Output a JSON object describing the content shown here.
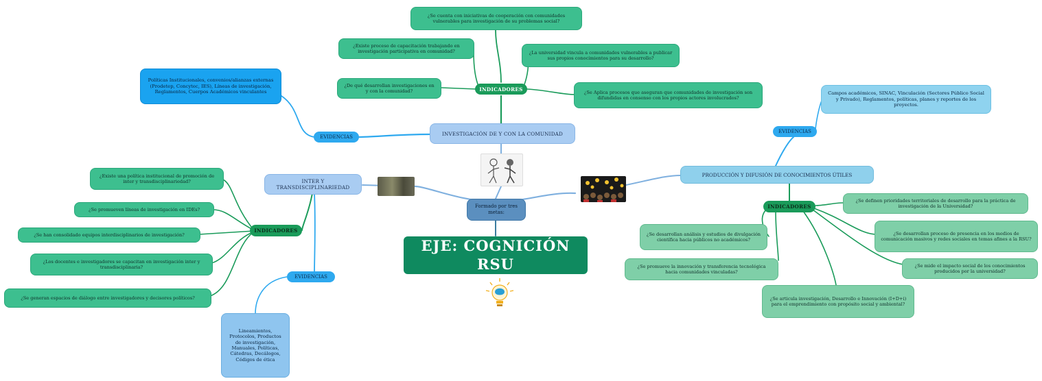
{
  "central": {
    "title": "EJE: COGNICIÓN RSU"
  },
  "hub": {
    "label": "Formado por tres metas:"
  },
  "branches": {
    "top": {
      "title": "INVESTIGACIÓN DE Y CON LA COMUNIDAD",
      "indicadores_label": "INDICADORES",
      "evidencias_label": "EVIDENCIAS",
      "evidencias_text": "Políticas Institucionales, convenios/alianzas externas (Prodetep, Concytec, IES), Líneas de investigación, Reglamentos, Cuerpos Académicos vinculantes",
      "questions": [
        "¿Se cuenta con iniciativas de cooperación con comunidades vulnerables para investigación de su problemas social?",
        "¿Existe proceso de capacitación trabajando en investigación participativa en comunidad?",
        "¿La universidad vincula a comunidades vulnerables a publicar sus propios conocimientos para su desarrollo?",
        "¿De qué desarrollan investigaciones en y con la comunidad?",
        "¿Se Aplica procesos que aseguran que comunidades de investigación son difundidas en consenso con los propios actores involucrados?"
      ]
    },
    "left": {
      "title": "INTER Y TRANSDISCIPLINARIEDAD",
      "indicadores_label": "INDICADORES",
      "evidencias_label": "EVIDENCIAS",
      "evidencias_text": "Lineamientos, Protocolos, Productos de investigación, Manuales, Políticas, Cátedras, Decálogos, Códigos de ética",
      "questions": [
        "¿Existe una política institucional de promoción de inter y transdisciplinariedad?",
        "¿Se promueven líneas de investigación en IDEs?",
        "¿Se han consolidado equipos interdisciplinarios de investigación?",
        "¿Los docentes e investigadores se capacitan en investigación inter y transdisciplinaria?",
        "¿Se generan espacios de diálogo entre investigadores y decisores políticos?"
      ]
    },
    "right": {
      "title": "PRODUCCIÓN Y DIFUSIÓN DE CONOCIMIENTOS ÚTILES",
      "indicadores_label": "INDICADORES",
      "evidencias_label": "EVIDENCIAS",
      "evidencias_text": "Campos académicos, SINAC, Vinculación (Sectores Público Social y Privado), Reglamentos, políticas, planes y reportes de los proyectos.",
      "questions": [
        "¿Se definen prioridades territoriales de desarrollo para la práctica de investigación de la Universidad?",
        "¿Se desarrollan análisis y estudios de divulgación científica hacia públicos no académicos?",
        "¿Se desarrollan proceso de presencia en los medios de comunicación masivos y redes sociales en temas afines a la RSU?",
        "¿Se promueve la innovación y transferencia tecnológica hacia comunidades vinculadas?",
        "¿Se mide el impacto social de los conocimientos producidos por la universidad?",
        "¿Se articula investigación, Desarrollo e Innovación (I+D+i) para el emprendimiento con propósito social y ambiental?"
      ]
    }
  },
  "colors": {
    "question": "#3dbf8f",
    "question_light": "#7fcfa8",
    "indicadores": "#1a9b5a",
    "evidencias": "#2ea9ef",
    "branch": "#a9ccf2",
    "central": "#0f8a5f",
    "hub": "#5b8fbf"
  },
  "icons": {
    "top_image": "people-illustration-icon",
    "left_image": "abstract-photo-icon",
    "right_image": "crowd-lightbulbs-icon",
    "central_image": "brain-lightbulb-icon"
  }
}
